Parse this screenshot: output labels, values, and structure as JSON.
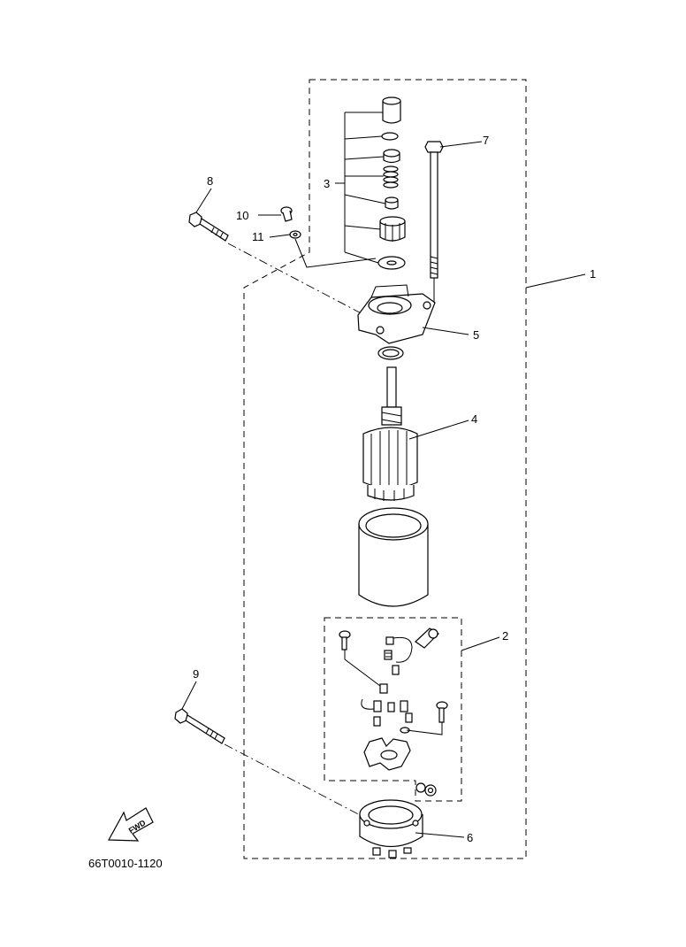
{
  "callouts": {
    "c1": "1",
    "c2": "2",
    "c3": "3",
    "c4": "4",
    "c5": "5",
    "c6": "6",
    "c7": "7",
    "c8": "8",
    "c9": "9",
    "c10": "10",
    "c11": "11"
  },
  "fwd_label": "FWD",
  "diagram_code": "66T0010-1120"
}
